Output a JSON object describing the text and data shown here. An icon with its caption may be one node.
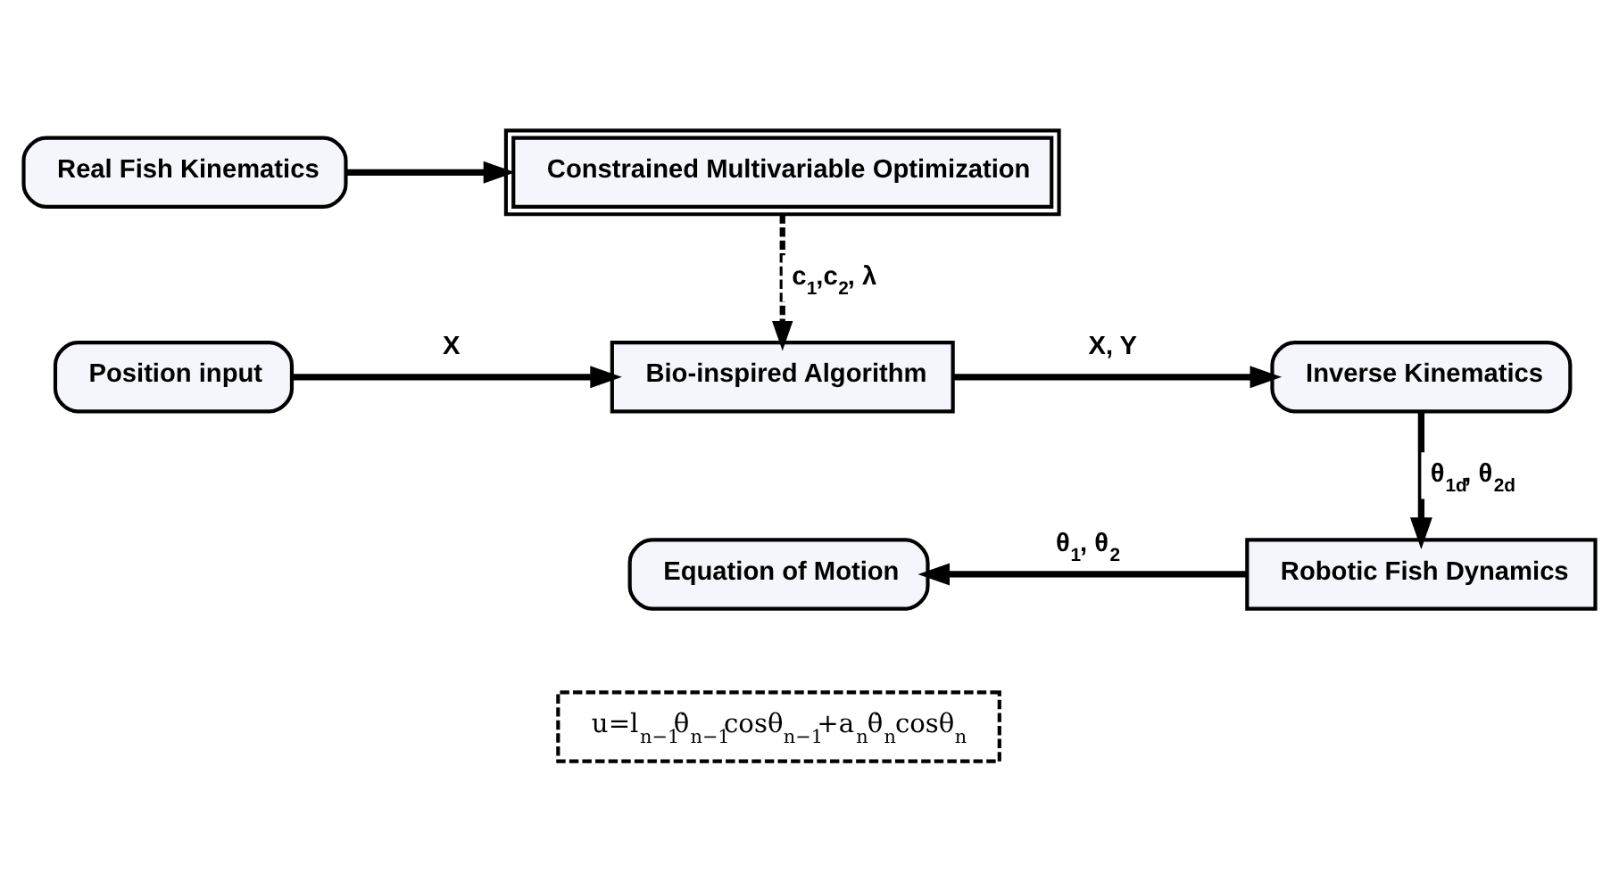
{
  "diagram": {
    "nodes": [
      {
        "text": [
          "Real Fish Kinematics"
        ]
      },
      {
        "text": [
          "Constrained Multivariable Optimization"
        ]
      },
      {
        "text": [
          "Position input"
        ]
      },
      {
        "text": [
          "Bio-inspired Algorithm"
        ]
      },
      {
        "text": [
          "Inverse Kinematics"
        ]
      },
      {
        "text": [
          "Robotic Fish Dynamics"
        ]
      },
      {
        "text": [
          "Equation of Motion"
        ]
      },
      {
        "text": [
          "u=l$_{n−1}$θ̇$_{n−1}$cosθ$_{n−1}$+a$_{n}$θ̇$_{n}$cosθ$_{n}$"
        ]
      }
    ],
    "edges": [
      {
        "from": 0,
        "to": 1,
        "arrow": "to"
      },
      {
        "from": 1,
        "to": 3,
        "arrow": "to",
        "style": "dashed",
        "label": "c$_{1}$,c$_{2}$, λ"
      },
      {
        "from": 2,
        "to": 3,
        "arrow": "to",
        "label": "X"
      },
      {
        "from": 3,
        "to": 4,
        "arrow": "to",
        "label": "X, Y"
      },
      {
        "from": 4,
        "to": 5,
        "arrow": "to",
        "label": "θ$_{1d}$, θ$_{2d}$"
      },
      {
        "from": 5,
        "to": 6,
        "arrow": "to",
        "label": "θ$_{1}$, θ$_{2}$"
      }
    ]
  }
}
